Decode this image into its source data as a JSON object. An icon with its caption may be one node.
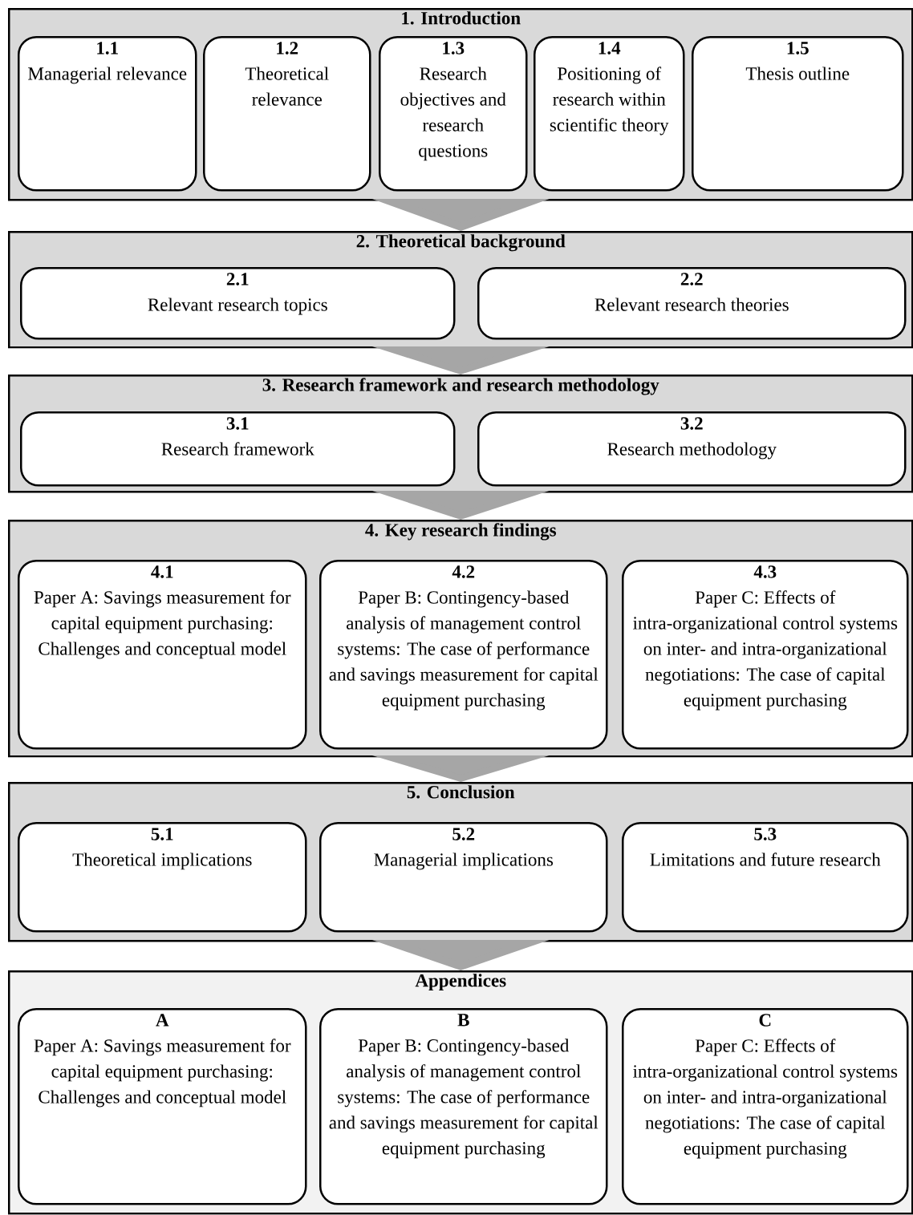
{
  "diagram": {
    "nodes": [
      {
        "text": [
          "1. Introduction"
        ]
      },
      {
        "text": [
          "1.1",
          "Managerial relevance"
        ],
        "in": 0
      },
      {
        "text": [
          "1.2",
          "Theoretical relevance"
        ],
        "in": 0
      },
      {
        "text": [
          "1.3",
          "Research objectives and research questions"
        ],
        "in": 0
      },
      {
        "text": [
          "1.4",
          "Positioning of research within scientific theory"
        ],
        "in": 0
      },
      {
        "text": [
          "1.5",
          "Thesis outline"
        ],
        "in": 0
      },
      {
        "text": [
          "2. Theoretical background"
        ]
      },
      {
        "text": [
          "2.1",
          "Relevant research topics"
        ],
        "in": 6
      },
      {
        "text": [
          "2.2",
          "Relevant research theories"
        ],
        "in": 6
      },
      {
        "text": [
          "3. Research framework and research methodology"
        ]
      },
      {
        "text": [
          "3.1",
          "Research framework"
        ],
        "in": 9
      },
      {
        "text": [
          "3.2",
          "Research methodology"
        ],
        "in": 9
      },
      {
        "text": [
          "4. Key research findings"
        ]
      },
      {
        "text": [
          "4.1",
          "Paper A: Savings measurement for capital equipment purchasing: Challenges and conceptual model"
        ],
        "in": 12
      },
      {
        "text": [
          "4.2",
          "Paper B: Contingency-based analysis of management control systems: The case of performance and savings measurement for capital equipment purchasing"
        ],
        "in": 12
      },
      {
        "text": [
          "4.3",
          "Paper C: Effects of intra-organizational control systems on inter- and intra-organizational negotiations: The case of capital equipment purchasing"
        ],
        "in": 12
      },
      {
        "text": [
          "5. Conclusion"
        ]
      },
      {
        "text": [
          "5.1",
          "Theoretical implications"
        ],
        "in": 16
      },
      {
        "text": [
          "5.2",
          "Managerial implications"
        ],
        "in": 16
      },
      {
        "text": [
          "5.3",
          "Limitations and future research"
        ],
        "in": 16
      },
      {
        "text": [
          "Appendices"
        ]
      },
      {
        "text": [
          "A",
          "Paper A: Savings measurement for capital equipment purchasing: Challenges and conceptual model"
        ],
        "in": 20
      },
      {
        "text": [
          "B",
          "Paper B: Contingency-based analysis of management control systems: The case of performance and savings measurement for capital equipment purchasing"
        ],
        "in": 20
      },
      {
        "text": [
          "C",
          "Paper C: Effects of intra-organizational control systems on inter- and intra-organizational negotiations: The case of capital equipment purchasing"
        ],
        "in": 20
      }
    ],
    "edges": [
      {
        "from": 0,
        "to": 6,
        "arrow": "to"
      },
      {
        "from": 6,
        "to": 9,
        "arrow": "to"
      },
      {
        "from": 9,
        "to": 12,
        "arrow": "to"
      },
      {
        "from": 12,
        "to": 16,
        "arrow": "to"
      },
      {
        "from": 16,
        "to": 20,
        "arrow": "to"
      }
    ]
  }
}
